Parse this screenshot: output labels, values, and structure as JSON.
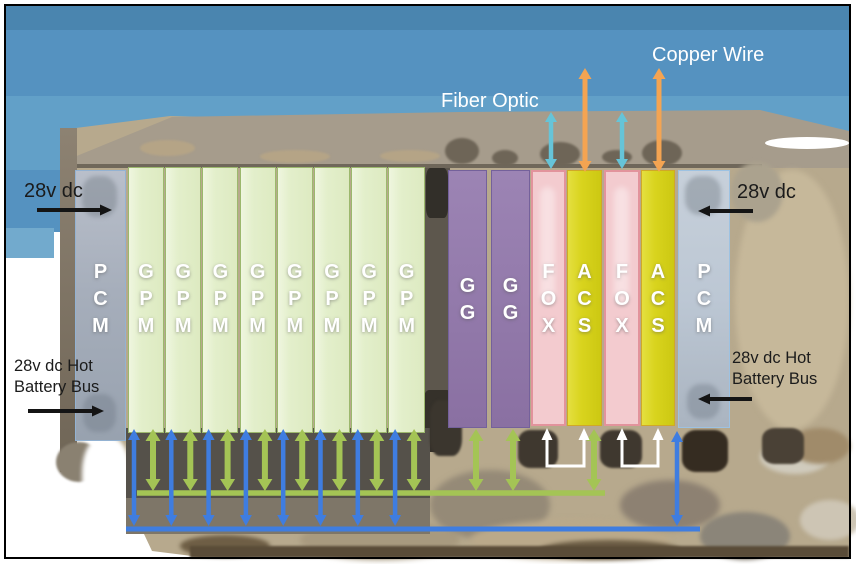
{
  "labels": {
    "fiber_optic": "Fiber Optic",
    "copper_wire": "Copper Wire",
    "power_left": "28v dc",
    "power_right": "28v dc",
    "hot_battery_left": "28v dc Hot\nBattery Bus",
    "hot_battery_right": "28v dc Hot\nBattery Bus"
  },
  "modules": {
    "pcm": "P\nC\nM",
    "gpm": "G\nP\nM",
    "gg": "G\nG",
    "fox": "F\nO\nX",
    "acs": "A\nC\nS"
  },
  "slots": [
    {
      "id": "pcm-left",
      "type": "pcm"
    },
    {
      "id": "gpm-1",
      "type": "gpm"
    },
    {
      "id": "gpm-2",
      "type": "gpm"
    },
    {
      "id": "gpm-3",
      "type": "gpm"
    },
    {
      "id": "gpm-4",
      "type": "gpm"
    },
    {
      "id": "gpm-5",
      "type": "gpm"
    },
    {
      "id": "gpm-6",
      "type": "gpm"
    },
    {
      "id": "gpm-7",
      "type": "gpm"
    },
    {
      "id": "gpm-8",
      "type": "gpm"
    },
    {
      "id": "gg-1",
      "type": "gg"
    },
    {
      "id": "gg-2",
      "type": "gg"
    },
    {
      "id": "fox-1",
      "type": "fox"
    },
    {
      "id": "acs-1",
      "type": "acs"
    },
    {
      "id": "fox-2",
      "type": "fox"
    },
    {
      "id": "acs-2",
      "type": "acs"
    },
    {
      "id": "pcm-right",
      "type": "pcm"
    }
  ],
  "colors": {
    "bus_blue": "#3f7de0",
    "bus_green": "#a4c455",
    "fiber_cyan": "#66c4d8",
    "copper_orange": "#f4a452",
    "arrow_white": "#ffffff",
    "arrow_black": "#141414",
    "sky": "#5592c0",
    "sky_dark": "#4a85af",
    "sky_light": "#62a0c8",
    "terrain": "#b7a98d",
    "pcm_fill": "#a6aebb",
    "gpm_fill": "#e3efcb",
    "gg_fill": "#8a70a2",
    "fox_fill": "#f3cbcf",
    "acs_fill": "#d9d41e"
  }
}
